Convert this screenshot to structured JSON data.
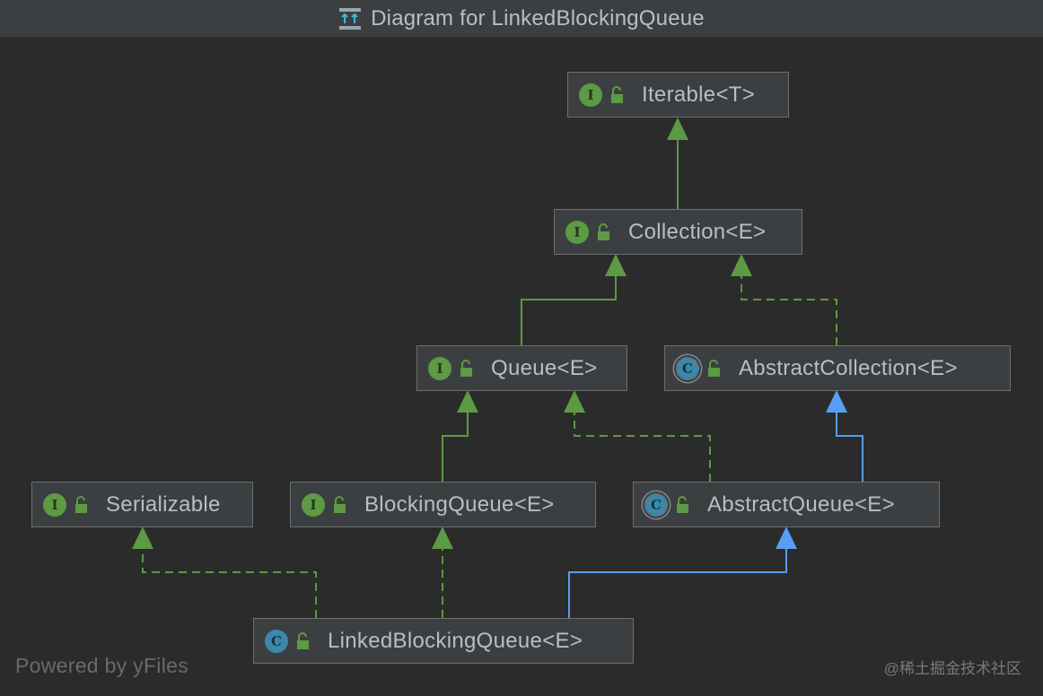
{
  "window": {
    "title": "Diagram for LinkedBlockingQueue",
    "title_icon": "class-diagram-icon"
  },
  "nodes": [
    {
      "id": "iterable",
      "label": "Iterable<T>",
      "kind": "interface",
      "badge": "I"
    },
    {
      "id": "collection",
      "label": "Collection<E>",
      "kind": "interface",
      "badge": "I"
    },
    {
      "id": "queue",
      "label": "Queue<E>",
      "kind": "interface",
      "badge": "I"
    },
    {
      "id": "abstract_collection",
      "label": "AbstractCollection<E>",
      "kind": "abstract-class",
      "badge": "C"
    },
    {
      "id": "serializable",
      "label": "Serializable",
      "kind": "interface",
      "badge": "I"
    },
    {
      "id": "blocking_queue",
      "label": "BlockingQueue<E>",
      "kind": "interface",
      "badge": "I"
    },
    {
      "id": "abstract_queue",
      "label": "AbstractQueue<E>",
      "kind": "abstract-class",
      "badge": "C"
    },
    {
      "id": "linked_blocking_queue",
      "label": "LinkedBlockingQueue<E>",
      "kind": "class",
      "badge": "C"
    }
  ],
  "edges": [
    {
      "from": "collection",
      "to": "iterable",
      "type": "interface-extends"
    },
    {
      "from": "queue",
      "to": "collection",
      "type": "interface-extends"
    },
    {
      "from": "abstract_collection",
      "to": "collection",
      "type": "implements"
    },
    {
      "from": "blocking_queue",
      "to": "queue",
      "type": "interface-extends"
    },
    {
      "from": "abstract_queue",
      "to": "queue",
      "type": "implements"
    },
    {
      "from": "abstract_queue",
      "to": "abstract_collection",
      "type": "class-extends"
    },
    {
      "from": "linked_blocking_queue",
      "to": "serializable",
      "type": "implements"
    },
    {
      "from": "linked_blocking_queue",
      "to": "blocking_queue",
      "type": "implements"
    },
    {
      "from": "linked_blocking_queue",
      "to": "abstract_queue",
      "type": "class-extends"
    }
  ],
  "colors": {
    "background": "#2b2b2b",
    "node_fill": "#3c3f41",
    "interface_edge": "#5c9a43",
    "class_edge": "#589df6",
    "interface_badge": "#5c9a43",
    "class_badge": "#3c88a8"
  },
  "footer": {
    "powered_by": "Powered by yFiles",
    "watermark": "@稀土掘金技术社区"
  }
}
